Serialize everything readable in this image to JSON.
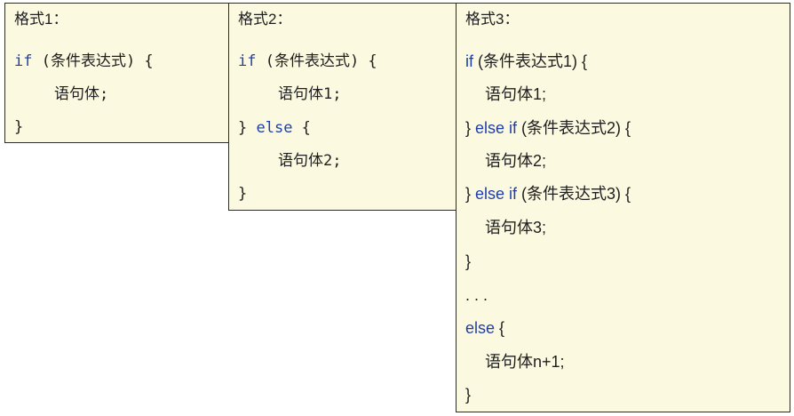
{
  "panels": [
    {
      "title": "格式1：",
      "lines": [
        {
          "kw": "if",
          "rest": " (条件表达式) {"
        },
        {
          "kw": "",
          "rest": "语句体;"
        },
        {
          "kw": "",
          "rest": "}"
        }
      ]
    },
    {
      "title": "格式2：",
      "lines": [
        {
          "kw": "if",
          "rest": " (条件表达式) {"
        },
        {
          "kw": "",
          "rest": "语句体1;"
        },
        {
          "pre": "} ",
          "kw": "else",
          "rest": " {"
        },
        {
          "kw": "",
          "rest": "语句体2;"
        },
        {
          "kw": "",
          "rest": "}"
        }
      ]
    },
    {
      "title": "格式3：",
      "lines": [
        {
          "kw": "if",
          "rest": " (条件表达式1) {"
        },
        {
          "kw": "",
          "rest": "语句体1;"
        },
        {
          "pre": "} ",
          "kw": "else if",
          "rest": " (条件表达式2) {"
        },
        {
          "kw": "",
          "rest": "语句体2;"
        },
        {
          "pre": "} ",
          "kw": "else if",
          "rest": " (条件表达式3) {"
        },
        {
          "kw": "",
          "rest": "语句体3;"
        },
        {
          "kw": "",
          "rest": "}"
        },
        {
          "kw": "",
          "rest": ". . ."
        },
        {
          "kw": "else",
          "rest": " {"
        },
        {
          "kw": "",
          "rest": "语句体n+1;"
        },
        {
          "kw": "",
          "rest": "}"
        }
      ]
    }
  ],
  "colors": {
    "keyword": "#1f3fa8",
    "panel_bg": "#fcf9e1",
    "border": "#2b2b2b"
  }
}
